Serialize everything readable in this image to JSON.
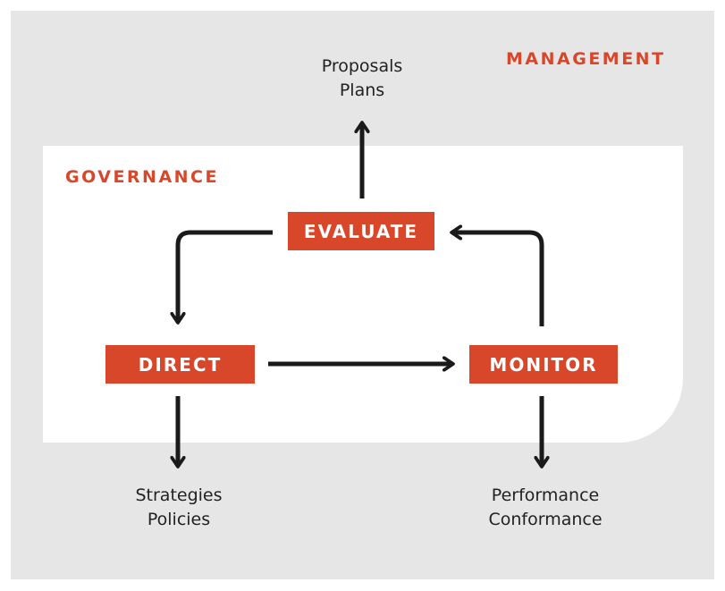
{
  "regions": {
    "management": "MANAGEMENT",
    "governance": "GOVERNANCE"
  },
  "boxes": {
    "evaluate": "EVALUATE",
    "direct": "DIRECT",
    "monitor": "MONITOR"
  },
  "outputs": {
    "evaluate": [
      "Proposals",
      "Plans"
    ],
    "direct": [
      "Strategies",
      "Policies"
    ],
    "monitor": [
      "Performance",
      "Conformance"
    ]
  },
  "colors": {
    "accent": "#d9472b",
    "background": "#e6e6e6",
    "panel": "#ffffff",
    "arrow": "#1a1a1a"
  }
}
